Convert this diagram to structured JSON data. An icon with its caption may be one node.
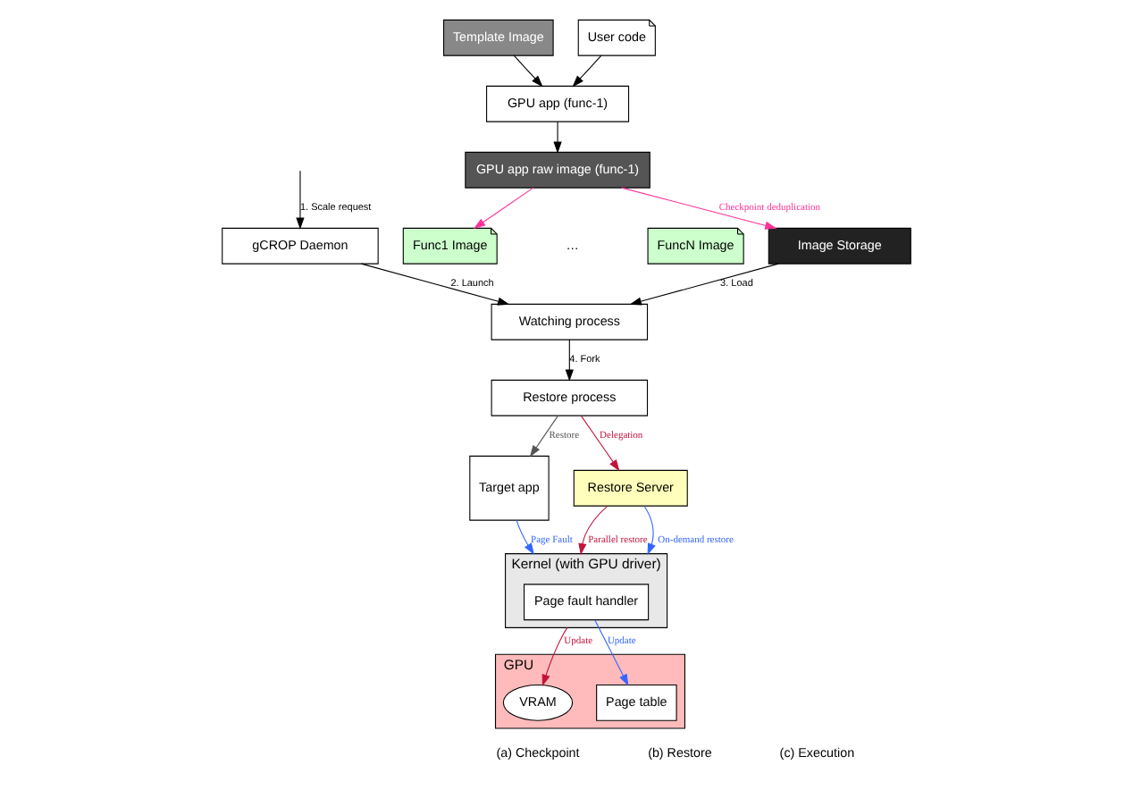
{
  "diagram": {
    "nodes": [
      {
        "text": [
          "Func1 Image"
        ]
      },
      {
        "text": [
          "FuncN Image"
        ]
      },
      {
        "text": [
          "Image Storage"
        ]
      },
      {
        "text": [
          "GPU app raw image (func-1)"
        ]
      },
      {
        "text": [
          "GPU app (func-1)"
        ]
      },
      {
        "text": [
          "Template Image"
        ]
      },
      {
        "text": [
          "User code"
        ]
      },
      {
        "text": [
          "gCROP Daemon"
        ]
      },
      {
        "text": [
          "Watching process"
        ]
      },
      {
        "text": [
          "Restore process"
        ]
      },
      {
        "text": [
          "Target app"
        ]
      },
      {
        "text": [
          "Restore Server"
        ]
      },
      {
        "text": [
          "Kernel (with GPU driver)"
        ]
      },
      {
        "text": [
          "Page fault handler"
        ],
        "in": 12
      },
      {
        "text": [
          "GPU"
        ]
      },
      {
        "text": [
          "VRAM"
        ],
        "in": 14
      },
      {
        "text": [
          "Page table"
        ],
        "in": 14
      }
    ],
    "edges": [
      {
        "from": null,
        "to": 7,
        "arrow": "to",
        "label": "1. Scale request"
      },
      {
        "from": 7,
        "to": 8,
        "arrow": "to",
        "label": "2. Launch"
      },
      {
        "from": 2,
        "to": 8,
        "arrow": "to",
        "label": "3. Load"
      },
      {
        "from": 8,
        "to": 9,
        "arrow": "to",
        "label": "4. Fork"
      },
      {
        "from": 9,
        "to": 10,
        "arrow": "to",
        "label": "Restore",
        "color": "#555555"
      },
      {
        "from": 9,
        "to": 11,
        "arrow": "to",
        "label": "Delegation",
        "color": "#c0143c"
      },
      {
        "from": 11,
        "to": 12,
        "arrow": "to",
        "label": "Parallel restore",
        "color": "#c0143c"
      },
      {
        "from": 11,
        "to": 12,
        "arrow": "to",
        "label": "On-demand restore",
        "color": "#3366ff"
      },
      {
        "from": 10,
        "to": 12,
        "arrow": "to",
        "label": "Page Fault",
        "color": "#3366ff"
      },
      {
        "from": 12,
        "to": 15,
        "arrow": "to",
        "label": "Update",
        "color": "#c0143c"
      },
      {
        "from": 13,
        "to": 16,
        "arrow": "to",
        "label": "Update",
        "color": "#3366ff"
      },
      {
        "from": 3,
        "to": 2,
        "arrow": "to",
        "label": "Checkpoint deduplication",
        "color": "#ff3399"
      },
      {
        "from": 3,
        "to": 0,
        "arrow": "to",
        "color": "#ff3399"
      },
      {
        "from": 4,
        "to": 3,
        "arrow": "to"
      },
      {
        "from": 5,
        "to": 4,
        "arrow": "to"
      },
      {
        "from": 6,
        "to": 4,
        "arrow": "to"
      }
    ],
    "labels": [
      "…",
      "(a) Checkpoint",
      "(b) Restore",
      "(c) Execution"
    ]
  }
}
